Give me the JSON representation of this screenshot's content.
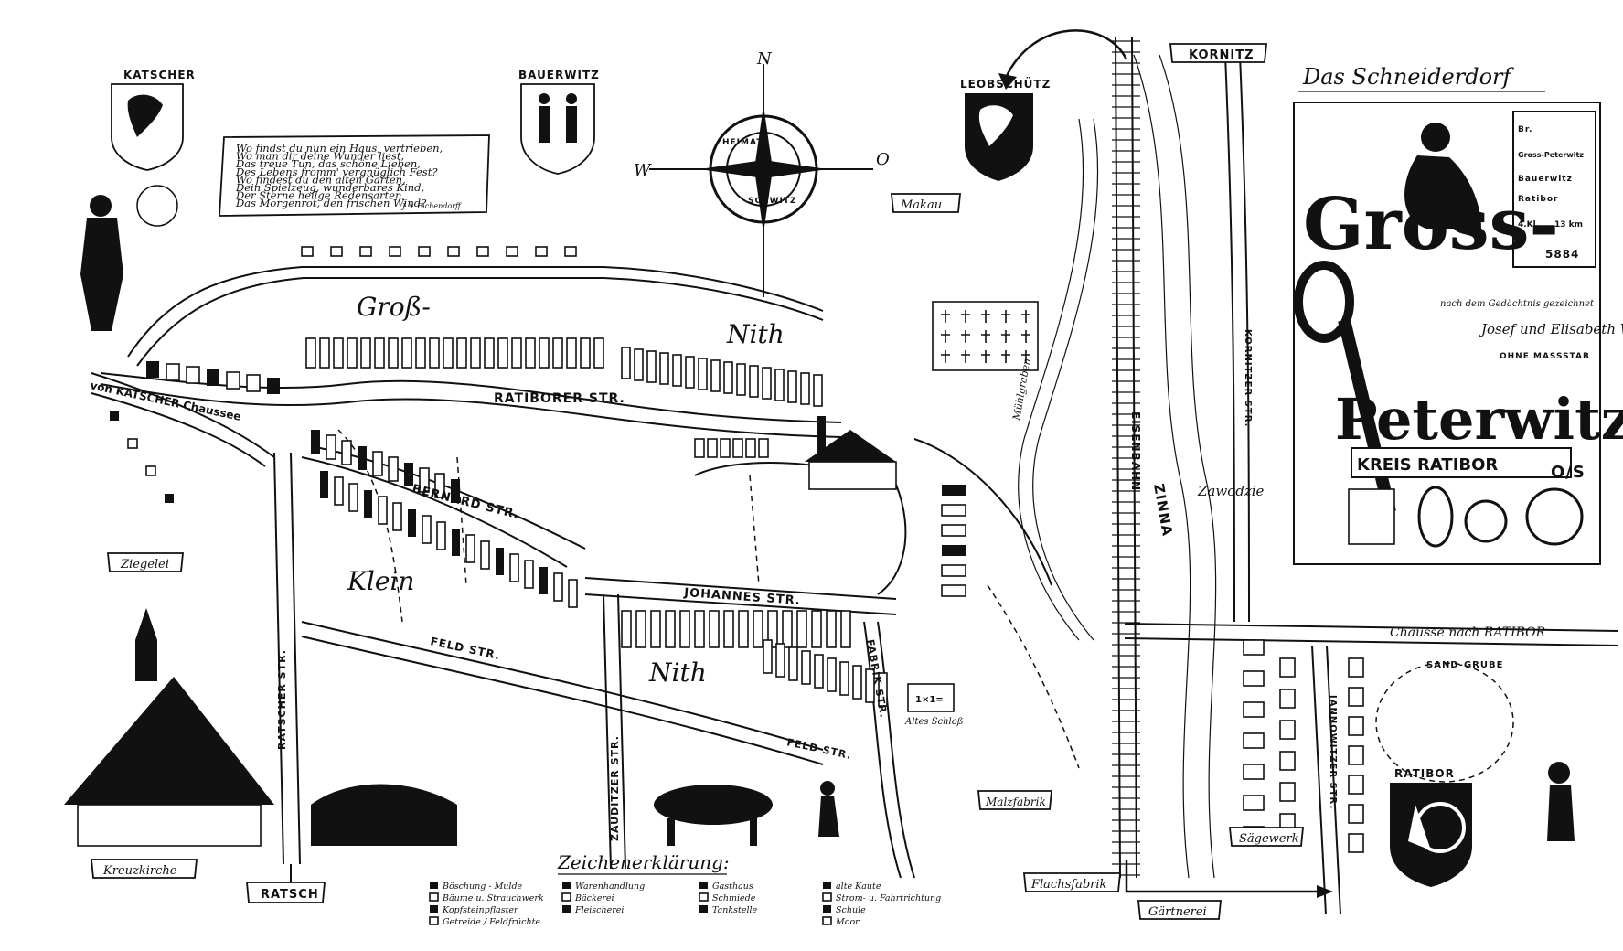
{
  "poem": {
    "lines": [
      "Wo findst du nun ein Haus, vertrieben,",
      "Wo man dir deine Wunder liest,",
      "Das treue Tun, das schöne Lieben,",
      "Des Lebens fromm' vergnüglich Fest?",
      "Wo findest du den alten Garten,",
      "Dein Spielzeug, wunderbares Kind,",
      "Der Sterne heilge Redensarten,",
      "Das Morgenrot, den frischen Wind?"
    ],
    "author": "J. v. Eichendorff"
  },
  "crests": {
    "katscher": "KATSCHER",
    "bauerwitz": "BAUERWITZ",
    "leobschuetz": "LEOBSCHÜTZ",
    "ratibor": "RATIBOR"
  },
  "compass": {
    "north": "N",
    "west": "W",
    "east": "O",
    "ring_top": "HEIMAT",
    "ring_bottom": "SCHWITZ"
  },
  "streets": {
    "ratiborer": "RATIBORER STR.",
    "bernard": "BERNARD STR.",
    "johannes": "JOHANNES STR.",
    "feld1": "FELD STR.",
    "feld2": "FELD STR.",
    "ratscher": "RATSCHER STR.",
    "zauditzer": "ZAUDITZER STR.",
    "fabrik": "FABRIK STR.",
    "korniter": "KORNITZER STR.",
    "jannowitzer": "JANNOWITZER STR.",
    "katscher_chaussee": "von KATSCHER Chaussee",
    "ratibor_chaussee": "Chausse nach RATIBOR",
    "eisenbahn": "EISENBAHN",
    "zinna": "ZINNA",
    "muehlgraben": "Mühlgraben"
  },
  "places": {
    "gross": "Groß-",
    "nith1": "Nith",
    "nith2": "Nith",
    "klein": "Klein",
    "zawodzie": "Zawodzie",
    "makau": "Makau",
    "kornitz": "KORNITZ",
    "ziegelei": "Ziegelei",
    "kreuzkirche": "Kreuzkirche",
    "ratsch": "RATSCH",
    "flachsfabrik": "Flachsfabrik",
    "gaertnerei": "Gärtnerei",
    "saegewerk": "Sägewerk",
    "malzfabrik": "Malzfabrik",
    "altes_schloss": "Altes Schloß",
    "sandgrube": "SAND-GRUBE",
    "schule_sign": "1×1="
  },
  "title_panel": {
    "heading": "Das Schneiderdorf",
    "title_top": "Gross-",
    "title_bottom": "Peterwitz",
    "kreis": "KREIS RATIBOR",
    "os": "O/S",
    "dedication": "nach dem Gedächtnis gezeichnet",
    "authors": "Josef und Elisabeth Wollnik",
    "scale": "OHNE MASSSTAB",
    "stamp": {
      "line1": "Br.",
      "line2": "Gross-Peterwitz",
      "line3": "Bauerwitz",
      "line4": "Ratibor",
      "line5": "4.Kl.",
      "line6": "13 km",
      "line7": "5884"
    }
  },
  "legend": {
    "title": "Zeichenerklärung:",
    "col1": [
      "Böschung - Mulde",
      "Bäume u. Strauchwerk",
      "Kopfsteinpflaster",
      "Getreide / Feldfrüchte"
    ],
    "col2": [
      "Warenhandlung",
      "Bäckerei",
      "Fleischerei"
    ],
    "col3": [
      "Gasthaus",
      "Schmiede",
      "Tankstelle"
    ],
    "col4": [
      "alte Kaute",
      "Strom- u. Fahrtrichtung",
      "Schule",
      "Moor"
    ]
  }
}
